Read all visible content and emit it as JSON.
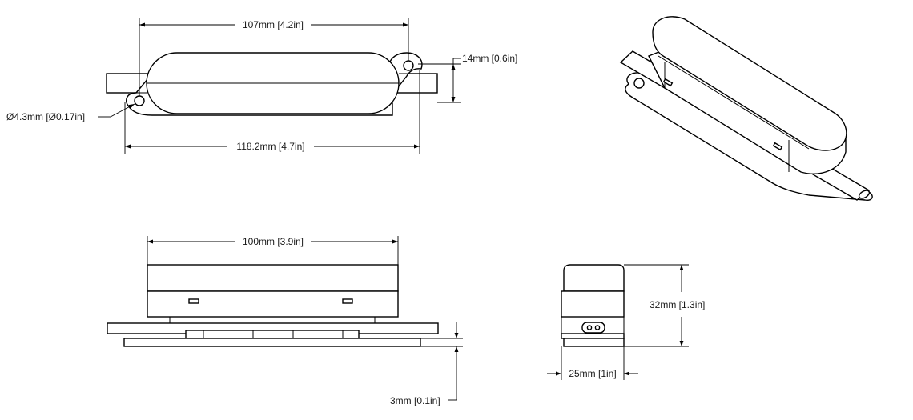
{
  "dimensions": {
    "top_width": "107mm [4.2in]",
    "tab_height": "14mm [0.6in]",
    "hole_diameter": "Ø4.3mm [Ø0.17in]",
    "overall_length": "118.2mm [4.7in]",
    "side_length": "100mm [3.9in]",
    "base_thickness": "3mm [0.1in]",
    "height": "32mm [1.3in]",
    "end_width": "25mm [1in]"
  }
}
